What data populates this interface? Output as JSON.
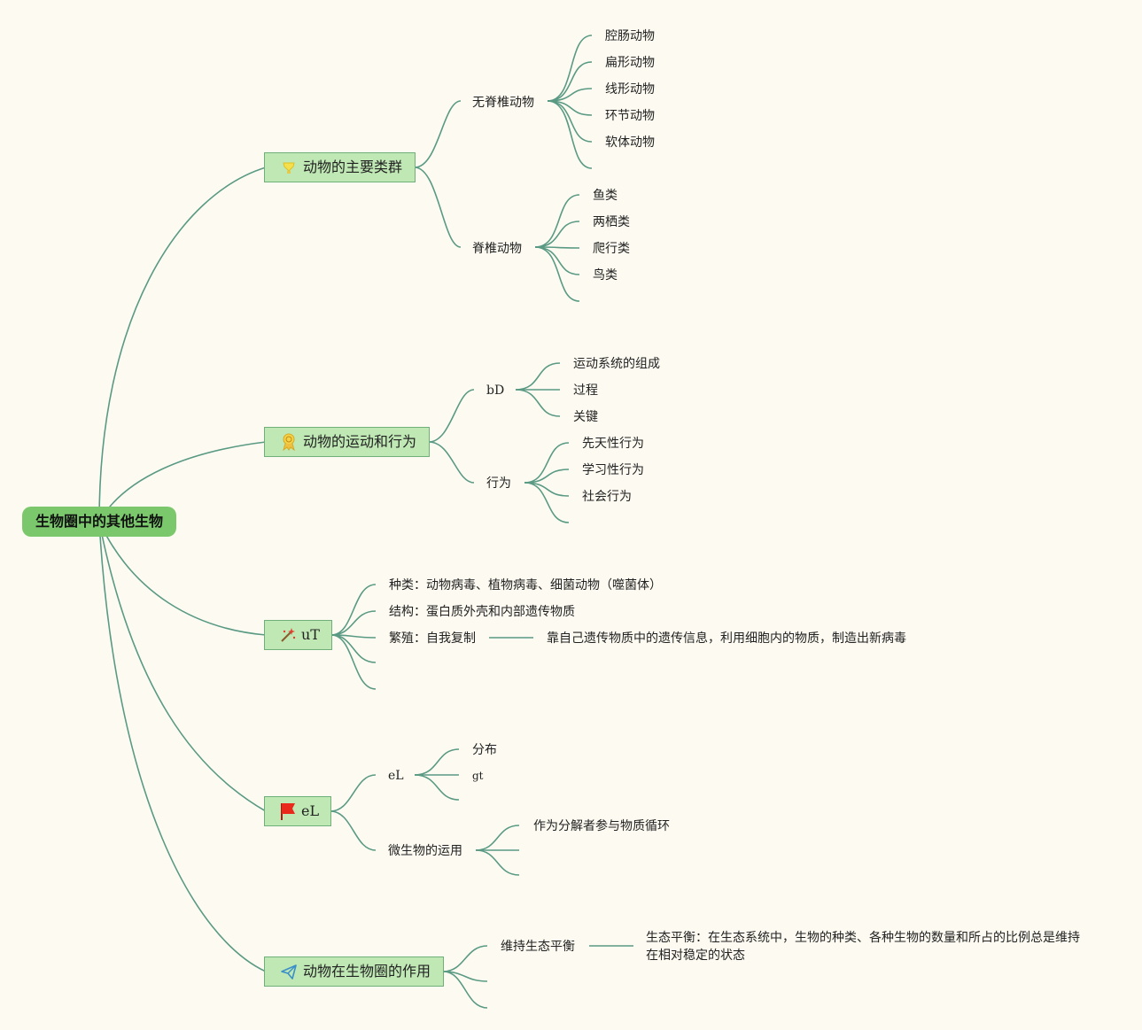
{
  "root": {
    "label": "生物圈中的其他生物"
  },
  "branches": [
    {
      "label": "动物的主要类群",
      "icon": "lightbulb-icon",
      "groups": [
        {
          "label": "无脊椎动物",
          "items": [
            "腔肠动物",
            "扁形动物",
            "线形动物",
            "环节动物",
            "软体动物"
          ]
        },
        {
          "label": "脊椎动物",
          "items": [
            "鱼类",
            "两栖类",
            "爬行类",
            "鸟类"
          ]
        }
      ]
    },
    {
      "label": "动物的运动和行为",
      "icon": "medal-icon",
      "groups": [
        {
          "label": "bD",
          "items": [
            "运动系统的组成",
            "过程",
            "关键"
          ]
        },
        {
          "label": "行为",
          "items": [
            "先天性行为",
            "学习性行为",
            "社会行为"
          ]
        }
      ]
    },
    {
      "label": "uT",
      "icon": "magic-wand-icon",
      "items": [
        "种类：动物病毒、植物病毒、细菌动物（噬菌体）",
        "结构：蛋白质外壳和内部遗传物质",
        "繁殖：自我复制"
      ],
      "detail": "靠自己遗传物质中的遗传信息，利用细胞内的物质，制造出新病毒"
    },
    {
      "label": "eL",
      "icon": "flag-icon",
      "groups": [
        {
          "label": "eL",
          "items": [
            "分布",
            "gt"
          ]
        },
        {
          "label": "微生物的运用",
          "items": [
            "作为分解者参与物质循环"
          ]
        }
      ]
    },
    {
      "label": "动物在生物圈的作用",
      "icon": "paper-plane-icon",
      "items": [
        "维持生态平衡"
      ],
      "detail_line1": "生态平衡：在生态系统中，生物的种类、各种生物的数量和所占的比例总是维持",
      "detail_line2": "在相对稳定的状态"
    }
  ],
  "colors": {
    "background": "#fdfbf1",
    "root_fill": "#7bc86c",
    "node_fill": "#bfe8b4",
    "edge": "#5a9a84"
  }
}
